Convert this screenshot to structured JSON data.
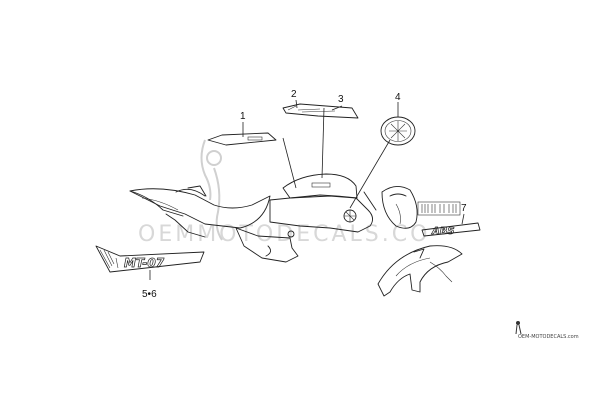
{
  "callouts": {
    "c1": "1",
    "c2": "2",
    "c3": "3",
    "c4": "4",
    "c56": "5•6",
    "c7": "7"
  },
  "decals": {
    "model_text": "MT-07",
    "fender_text": "ABS"
  },
  "watermark": {
    "big_text": "OEMMOTODECALS.CO",
    "site": "OEM-MOTODECALS.com"
  },
  "colors": {
    "line": "#222222",
    "watermark": "#d8d8d8",
    "background": "#ffffff"
  }
}
